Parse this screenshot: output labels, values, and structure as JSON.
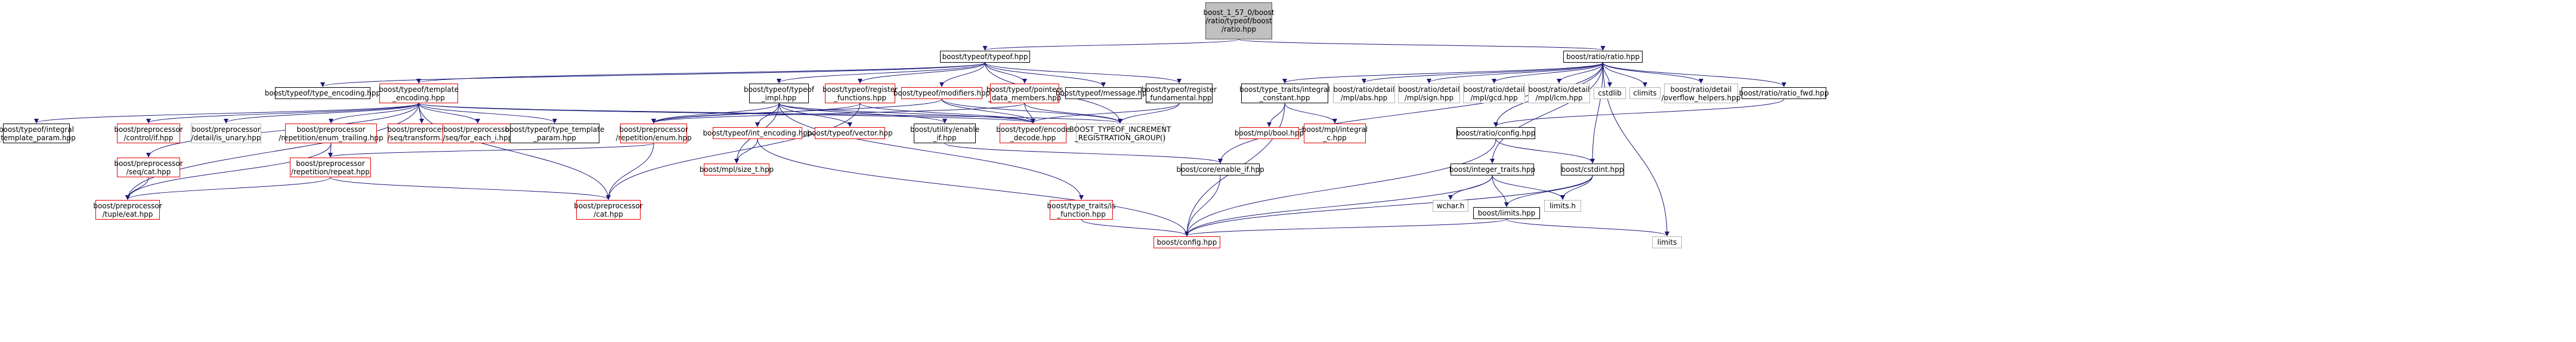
{
  "graph": {
    "root": "boost_1_57_0/boost/ratio/ratio.hpp",
    "nodes": [
      {
        "id": "root",
        "label": "boost_1_57_0/boost\n/ratio/typeof/boost\n/ratio.hpp",
        "style": "focus"
      },
      {
        "id": "typeof_hpp",
        "label": "boost/typeof/typeof.hpp",
        "style": "black"
      },
      {
        "id": "ratio_hpp",
        "label": "boost/ratio/ratio.hpp",
        "style": "black"
      },
      {
        "id": "type_encoding",
        "label": "boost/typeof/type_encoding.hpp",
        "style": "black"
      },
      {
        "id": "template_encoding",
        "label": "boost/typeof/template\n_encoding.hpp",
        "style": "red"
      },
      {
        "id": "typeof_impl",
        "label": "boost/typeof/typeof\n_impl.hpp",
        "style": "black"
      },
      {
        "id": "register_functions",
        "label": "boost/typeof/register\n_functions.hpp",
        "style": "red"
      },
      {
        "id": "modifiers",
        "label": "boost/typeof/modifiers.hpp",
        "style": "red"
      },
      {
        "id": "pointers_data_members",
        "label": "boost/typeof/pointers\n_data_members.hpp",
        "style": "red"
      },
      {
        "id": "message",
        "label": "boost/typeof/message.hpp",
        "style": "black"
      },
      {
        "id": "register_fundamental",
        "label": "boost/typeof/register\n_fundamental.hpp",
        "style": "black"
      },
      {
        "id": "integral_template_param",
        "label": "boost/typeof/integral\n_template_param.hpp",
        "style": "black"
      },
      {
        "id": "pp_control_if",
        "label": "boost/preprocessor\n/control/if.hpp",
        "style": "red"
      },
      {
        "id": "pp_is_unary",
        "label": "boost/preprocessor\n/detail/is_unary.hpp",
        "style": "gray"
      },
      {
        "id": "pp_enum_trailing",
        "label": "boost/preprocessor\n/repetition/enum_trailing.hpp",
        "style": "red"
      },
      {
        "id": "pp_seq_transform",
        "label": "boost/preprocessor\n/seq/transform.hpp",
        "style": "red"
      },
      {
        "id": "pp_seq_for_each_i",
        "label": "boost/preprocessor\n/seq/for_each_i.hpp",
        "style": "red"
      },
      {
        "id": "type_template_param",
        "label": "boost/typeof/type_template\n_param.hpp",
        "style": "black"
      },
      {
        "id": "pp_enum",
        "label": "boost/preprocessor\n/repetition/enum.hpp",
        "style": "red"
      },
      {
        "id": "int_encoding",
        "label": "boost/typeof/int_encoding.hpp",
        "style": "red"
      },
      {
        "id": "typeof_vector",
        "label": "boost/typeof/vector.hpp",
        "style": "red"
      },
      {
        "id": "utility_enable_if",
        "label": "boost/utility/enable\n_if.hpp",
        "style": "black"
      },
      {
        "id": "encode_decode",
        "label": "boost/typeof/encode\n_decode.hpp",
        "style": "red"
      },
      {
        "id": "increment_registration",
        "label": "BOOST_TYPEOF_INCREMENT\n_REGISTRATION_GROUP()",
        "style": "gray"
      },
      {
        "id": "pp_seq_cat",
        "label": "boost/preprocessor\n/seq/cat.hpp",
        "style": "red"
      },
      {
        "id": "pp_repeat",
        "label": "boost/preprocessor\n/repetition/repeat.hpp",
        "style": "red"
      },
      {
        "id": "mpl_size_t",
        "label": "boost/mpl/size_t.hpp",
        "style": "red"
      },
      {
        "id": "pp_tuple_eat",
        "label": "boost/preprocessor\n/tuple/eat.hpp",
        "style": "red"
      },
      {
        "id": "pp_cat",
        "label": "boost/preprocessor\n/cat.hpp",
        "style": "red"
      },
      {
        "id": "type_traits_is_function",
        "label": "boost/type_traits/is\n_function.hpp",
        "style": "red"
      },
      {
        "id": "core_enable_if",
        "label": "boost/core/enable_if.hpp",
        "style": "black"
      },
      {
        "id": "config_hpp",
        "label": "boost/config.hpp",
        "style": "red"
      },
      {
        "id": "integral_constant",
        "label": "boost/type_traits/integral\n_constant.hpp",
        "style": "black"
      },
      {
        "id": "mpl_abs",
        "label": "boost/ratio/detail\n/mpl/abs.hpp",
        "style": "gray"
      },
      {
        "id": "mpl_sign",
        "label": "boost/ratio/detail\n/mpl/sign.hpp",
        "style": "gray"
      },
      {
        "id": "mpl_gcd",
        "label": "boost/ratio/detail\n/mpl/gcd.hpp",
        "style": "gray"
      },
      {
        "id": "mpl_lcm",
        "label": "boost/ratio/detail\n/mpl/lcm.hpp",
        "style": "gray"
      },
      {
        "id": "cstdlib",
        "label": "cstdlib",
        "style": "gray"
      },
      {
        "id": "climits",
        "label": "climits",
        "style": "gray"
      },
      {
        "id": "overflow_helpers",
        "label": "boost/ratio/detail\n/overflow_helpers.hpp",
        "style": "gray"
      },
      {
        "id": "ratio_fwd",
        "label": "boost/ratio/ratio_fwd.hpp",
        "style": "black"
      },
      {
        "id": "mpl_bool",
        "label": "boost/mpl/bool.hpp",
        "style": "red"
      },
      {
        "id": "mpl_integral_c",
        "label": "boost/mpl/integral\n_c.hpp",
        "style": "red"
      },
      {
        "id": "ratio_config",
        "label": "boost/ratio/config.hpp",
        "style": "black"
      },
      {
        "id": "integer_traits",
        "label": "boost/integer_traits.hpp",
        "style": "black"
      },
      {
        "id": "cstdint",
        "label": "boost/cstdint.hpp",
        "style": "black"
      },
      {
        "id": "wchar_h",
        "label": "wchar.h",
        "style": "gray"
      },
      {
        "id": "limits_h",
        "label": "limits.h",
        "style": "gray"
      },
      {
        "id": "boost_limits",
        "label": "boost/limits.hpp",
        "style": "black"
      },
      {
        "id": "limits",
        "label": "limits",
        "style": "gray"
      }
    ],
    "edges": [
      [
        "root",
        "typeof_hpp"
      ],
      [
        "root",
        "ratio_hpp"
      ],
      [
        "typeof_hpp",
        "type_encoding"
      ],
      [
        "typeof_hpp",
        "template_encoding"
      ],
      [
        "typeof_hpp",
        "typeof_impl"
      ],
      [
        "typeof_hpp",
        "register_functions"
      ],
      [
        "typeof_hpp",
        "modifiers"
      ],
      [
        "typeof_hpp",
        "pointers_data_members"
      ],
      [
        "typeof_hpp",
        "message"
      ],
      [
        "typeof_hpp",
        "register_fundamental"
      ],
      [
        "typeof_hpp",
        "increment_registration"
      ],
      [
        "template_encoding",
        "integral_template_param"
      ],
      [
        "template_encoding",
        "pp_control_if"
      ],
      [
        "template_encoding",
        "pp_is_unary"
      ],
      [
        "template_encoding",
        "pp_enum_trailing"
      ],
      [
        "template_encoding",
        "pp_seq_transform"
      ],
      [
        "template_encoding",
        "pp_seq_for_each_i"
      ],
      [
        "template_encoding",
        "type_template_param"
      ],
      [
        "template_encoding",
        "pp_seq_cat"
      ],
      [
        "template_encoding",
        "pp_tuple_eat"
      ],
      [
        "template_encoding",
        "pp_cat"
      ],
      [
        "template_encoding",
        "encode_decode"
      ],
      [
        "template_encoding",
        "increment_registration"
      ],
      [
        "typeof_impl",
        "pp_enum"
      ],
      [
        "typeof_impl",
        "int_encoding"
      ],
      [
        "typeof_impl",
        "typeof_vector"
      ],
      [
        "typeof_impl",
        "utility_enable_if"
      ],
      [
        "typeof_impl",
        "encode_decode"
      ],
      [
        "typeof_impl",
        "mpl_size_t"
      ],
      [
        "typeof_impl",
        "type_traits_is_function"
      ],
      [
        "register_functions",
        "pp_enum"
      ],
      [
        "register_functions",
        "encode_decode"
      ],
      [
        "register_functions",
        "pp_cat"
      ],
      [
        "modifiers",
        "encode_decode"
      ],
      [
        "modifiers",
        "increment_registration"
      ],
      [
        "modifiers",
        "pp_enum"
      ],
      [
        "pointers_data_members",
        "encode_decode"
      ],
      [
        "pointers_data_members",
        "increment_registration"
      ],
      [
        "pointers_data_members",
        "pp_enum"
      ],
      [
        "register_fundamental",
        "encode_decode"
      ],
      [
        "register_fundamental",
        "increment_registration"
      ],
      [
        "pp_enum_trailing",
        "pp_repeat"
      ],
      [
        "pp_enum_trailing",
        "pp_tuple_eat"
      ],
      [
        "pp_enum",
        "pp_repeat"
      ],
      [
        "pp_enum",
        "pp_cat"
      ],
      [
        "int_encoding",
        "mpl_size_t"
      ],
      [
        "int_encoding",
        "config_hpp"
      ],
      [
        "utility_enable_if",
        "core_enable_if"
      ],
      [
        "pp_seq_cat",
        "pp_tuple_eat"
      ],
      [
        "pp_repeat",
        "pp_tuple_eat"
      ],
      [
        "pp_repeat",
        "pp_cat"
      ],
      [
        "type_traits_is_function",
        "config_hpp"
      ],
      [
        "core_enable_if",
        "config_hpp"
      ],
      [
        "ratio_hpp",
        "integral_constant"
      ],
      [
        "ratio_hpp",
        "mpl_abs"
      ],
      [
        "ratio_hpp",
        "mpl_sign"
      ],
      [
        "ratio_hpp",
        "mpl_gcd"
      ],
      [
        "ratio_hpp",
        "mpl_lcm"
      ],
      [
        "ratio_hpp",
        "cstdlib"
      ],
      [
        "ratio_hpp",
        "climits"
      ],
      [
        "ratio_hpp",
        "overflow_helpers"
      ],
      [
        "ratio_hpp",
        "ratio_fwd"
      ],
      [
        "ratio_hpp",
        "ratio_config"
      ],
      [
        "ratio_hpp",
        "cstdint"
      ],
      [
        "ratio_hpp",
        "core_enable_if"
      ],
      [
        "ratio_hpp",
        "integer_traits"
      ],
      [
        "ratio_hpp",
        "limits"
      ],
      [
        "integral_constant",
        "mpl_bool"
      ],
      [
        "integral_constant",
        "mpl_integral_c"
      ],
      [
        "integral_constant",
        "config_hpp"
      ],
      [
        "ratio_fwd",
        "ratio_config"
      ],
      [
        "ratio_config",
        "config_hpp"
      ],
      [
        "ratio_config",
        "cstdint"
      ],
      [
        "integer_traits",
        "wchar_h"
      ],
      [
        "integer_traits",
        "limits_h"
      ],
      [
        "integer_traits",
        "boost_limits"
      ],
      [
        "integer_traits",
        "config_hpp"
      ],
      [
        "cstdint",
        "limits_h"
      ],
      [
        "cstdint",
        "boost_limits"
      ],
      [
        "cstdint",
        "config_hpp"
      ],
      [
        "boost_limits",
        "limits"
      ],
      [
        "boost_limits",
        "config_hpp"
      ]
    ]
  }
}
